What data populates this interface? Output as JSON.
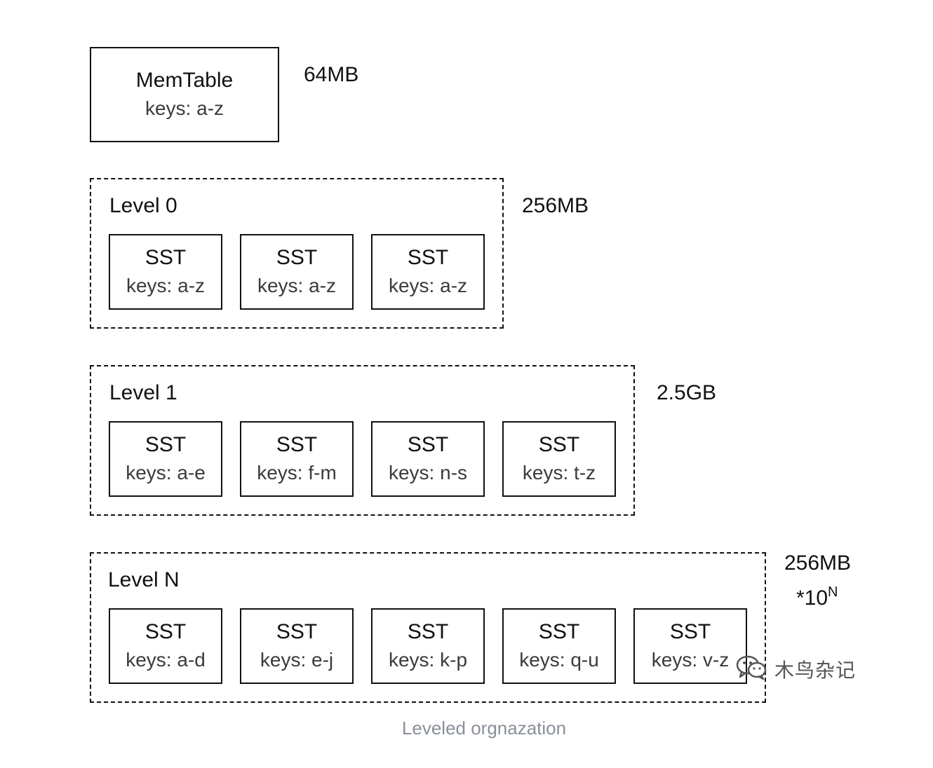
{
  "memtable": {
    "title": "MemTable",
    "keys": "keys: a-z",
    "size": "64MB"
  },
  "levels": [
    {
      "label": "Level 0",
      "size": "256MB",
      "ssts": [
        {
          "title": "SST",
          "keys": "keys: a-z"
        },
        {
          "title": "SST",
          "keys": "keys: a-z"
        },
        {
          "title": "SST",
          "keys": "keys: a-z"
        }
      ]
    },
    {
      "label": "Level 1",
      "size": "2.5GB",
      "ssts": [
        {
          "title": "SST",
          "keys": "keys: a-e"
        },
        {
          "title": "SST",
          "keys": "keys: f-m"
        },
        {
          "title": "SST",
          "keys": "keys: n-s"
        },
        {
          "title": "SST",
          "keys": "keys: t-z"
        }
      ]
    },
    {
      "label": "Level N",
      "size": "256MB",
      "size_multiplier": "*10",
      "size_exponent": "N",
      "ssts": [
        {
          "title": "SST",
          "keys": "keys: a-d"
        },
        {
          "title": "SST",
          "keys": "keys: e-j"
        },
        {
          "title": "SST",
          "keys": "keys: k-p"
        },
        {
          "title": "SST",
          "keys": "keys: q-u"
        },
        {
          "title": "SST",
          "keys": "keys: v-z"
        }
      ]
    }
  ],
  "caption": "Leveled orgnazation",
  "watermark": {
    "icon": "wechat-icon",
    "text": "木鸟杂记"
  }
}
